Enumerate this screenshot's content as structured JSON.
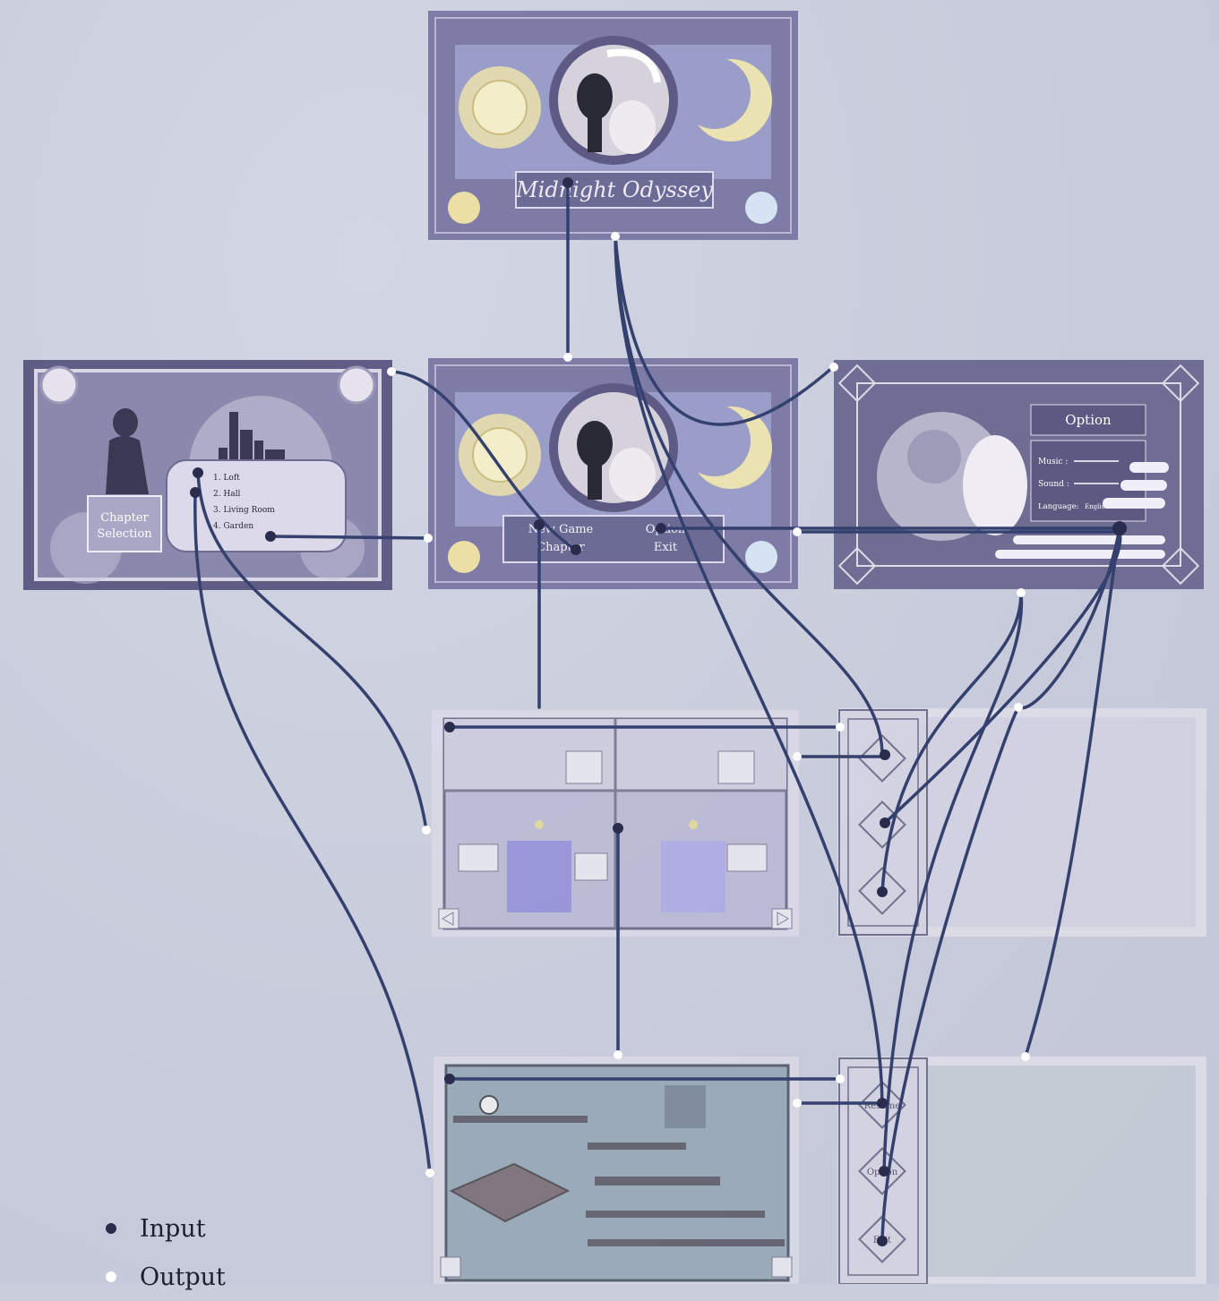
{
  "title_screen": {
    "game_title": "Midnight Odyssey"
  },
  "main_menu": {
    "buttons": [
      "New Game",
      "Option",
      "Chapter",
      "Exit"
    ]
  },
  "chapter_selection": {
    "title_line1": "Chapter",
    "title_line2": "Selection",
    "chapters": [
      "1.  Loft",
      "2.  Hall",
      "3. Living Room",
      "4. Garden"
    ]
  },
  "options": {
    "title": "Option",
    "music_label": "Music :",
    "sound_label": "Sound :",
    "language_label": "Language:",
    "language_value": "English"
  },
  "pause_menu": {
    "buttons": [
      "Resume",
      "Option",
      "Exit"
    ]
  },
  "legend": {
    "items": [
      {
        "label": "Input",
        "color": "#2a2c4e"
      },
      {
        "label": "Output",
        "color": "#ffffff"
      }
    ]
  },
  "colors": {
    "wire": "#34406e",
    "input_port": "#2a2c4e",
    "output_port": "#ffffff",
    "frame_purple": "#7d7ca8",
    "sun_yellow": "#ece3b4"
  }
}
